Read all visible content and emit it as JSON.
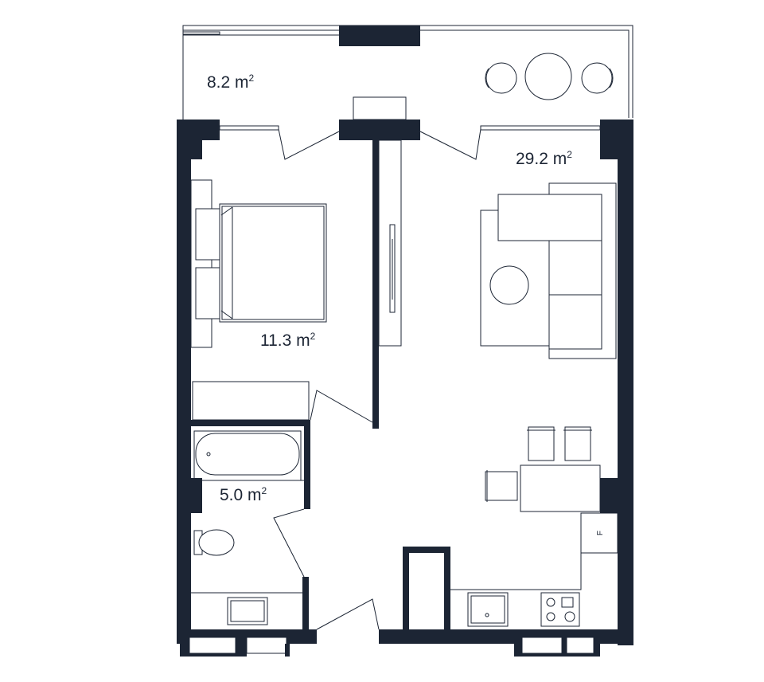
{
  "rooms": {
    "balcony": {
      "area": "8.2 m",
      "unit_sup": "2"
    },
    "living": {
      "area": "29.2 m",
      "unit_sup": "2"
    },
    "bedroom": {
      "area": "11.3 m",
      "unit_sup": "2"
    },
    "bathroom": {
      "area": "5.0 m",
      "unit_sup": "2"
    }
  },
  "appliances": {
    "fridge_label": "F"
  },
  "colors": {
    "wall": "#1c2534",
    "line": "#1c2534",
    "background": "#ffffff"
  }
}
